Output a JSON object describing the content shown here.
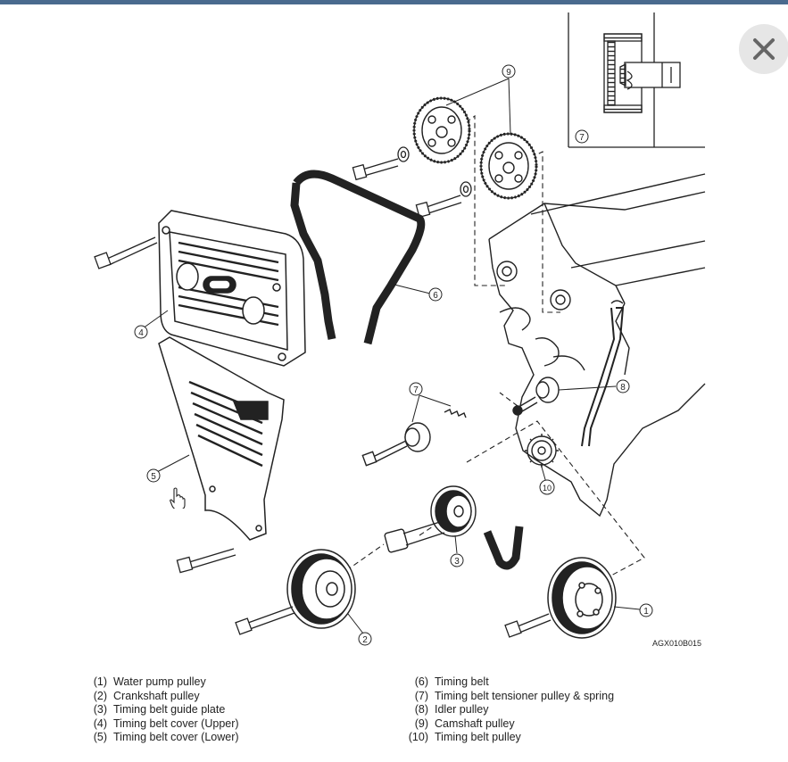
{
  "window": {
    "accent_color": "#4a6a8e"
  },
  "close_button": {
    "icon": "close-icon"
  },
  "diagram": {
    "code_label": "AGX010B015",
    "callouts": [
      "1",
      "2",
      "3",
      "4",
      "5",
      "6",
      "7",
      "8",
      "9",
      "10"
    ],
    "inset_callout": "7"
  },
  "legend": {
    "left": [
      {
        "num": "(1)",
        "text": "Water pump pulley"
      },
      {
        "num": "(2)",
        "text": "Crankshaft pulley"
      },
      {
        "num": "(3)",
        "text": "Timing belt guide plate"
      },
      {
        "num": "(4)",
        "text": "Timing belt cover (Upper)"
      },
      {
        "num": "(5)",
        "text": "Timing belt cover (Lower)"
      }
    ],
    "right": [
      {
        "num": "(6)",
        "text": "Timing belt"
      },
      {
        "num": "(7)",
        "text": "Timing belt tensioner pulley & spring"
      },
      {
        "num": "(8)",
        "text": "Idler pulley"
      },
      {
        "num": "(9)",
        "text": "Camshaft pulley"
      },
      {
        "num": "(10)",
        "text": "Timing belt pulley"
      }
    ]
  }
}
